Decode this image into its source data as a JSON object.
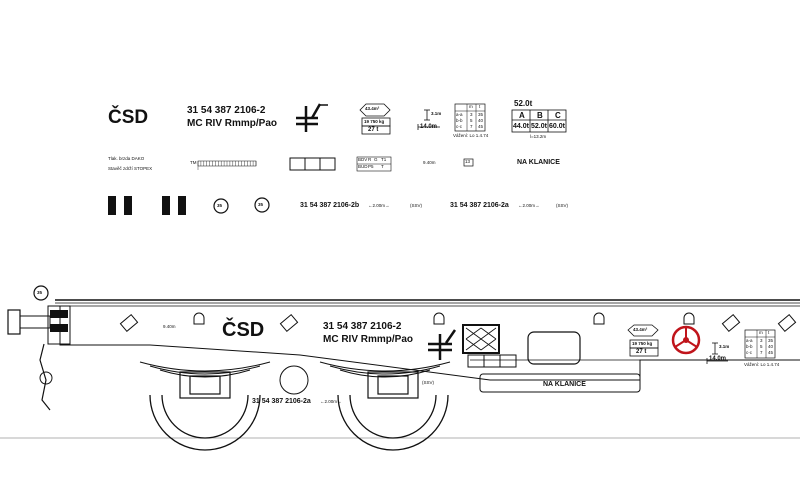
{
  "logo_text": "ČSD",
  "wagon_number": "31 54 387 2106-2",
  "wagon_type": "MC RIV Rmmp/Pao",
  "side_number_short": "31 54 387 2106-2b",
  "side_number_short_a": "31 54 387 2106-2a",
  "small_mark": "←2.00m→",
  "ssv_mark": "(SSV)",
  "speed_sign": "35",
  "area_text": "43.4m²",
  "weight_kg": "19 750 kg",
  "weight_t": "27 t",
  "height": "3.1m",
  "length": "14.0m",
  "load_limit": {
    "header": [
      "m",
      "t"
    ],
    "rows": [
      [
        "a-a",
        "3",
        "35"
      ],
      [
        "b-b",
        "5",
        "40"
      ],
      [
        "c-c",
        "7",
        "45"
      ]
    ],
    "caption": "Vážení: Lo 1.4.74"
  },
  "load_table": {
    "top": "52.0t",
    "header": [
      "A",
      "B",
      "C"
    ],
    "values": [
      "44.0t",
      "52.0t",
      "60.0t"
    ],
    "note": "l=13.2m"
  },
  "brake_text": [
    "Tlak. brzda DAKO",
    "Stavěč zdrží STOPEX"
  ],
  "brake_table": {
    "row1": [
      "BDV",
      "R",
      "G",
      "T1"
    ],
    "row2": [
      "BUD",
      "P5",
      "",
      "T"
    ]
  },
  "side_small_dim": "9.40m",
  "badge": "13",
  "stanchion_text": "NA KLANICE",
  "ruler_label": "TM"
}
